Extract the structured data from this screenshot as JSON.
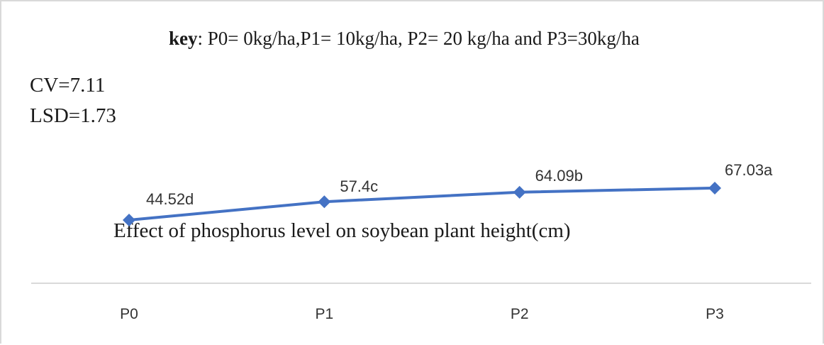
{
  "chart_data": {
    "type": "line",
    "key_label": "key",
    "key_text": ": P0= 0kg/ha,P1= 10kg/ha, P2= 20 kg/ha and P3=30kg/ha",
    "stats": [
      "CV=7.11",
      "LSD=1.73"
    ],
    "caption": "Effect of phosphorus level  on soybean plant height(cm)",
    "categories": [
      "P0",
      "P1",
      "P2",
      "P3"
    ],
    "series": [
      {
        "values": [
          44.52,
          57.4,
          64.09,
          67.03
        ],
        "labels": [
          "44.52d",
          "57.4c",
          "64.09b",
          "67.03a"
        ],
        "color": "#4472c4"
      }
    ],
    "ylim": [
      0,
      140
    ],
    "grid": false
  }
}
